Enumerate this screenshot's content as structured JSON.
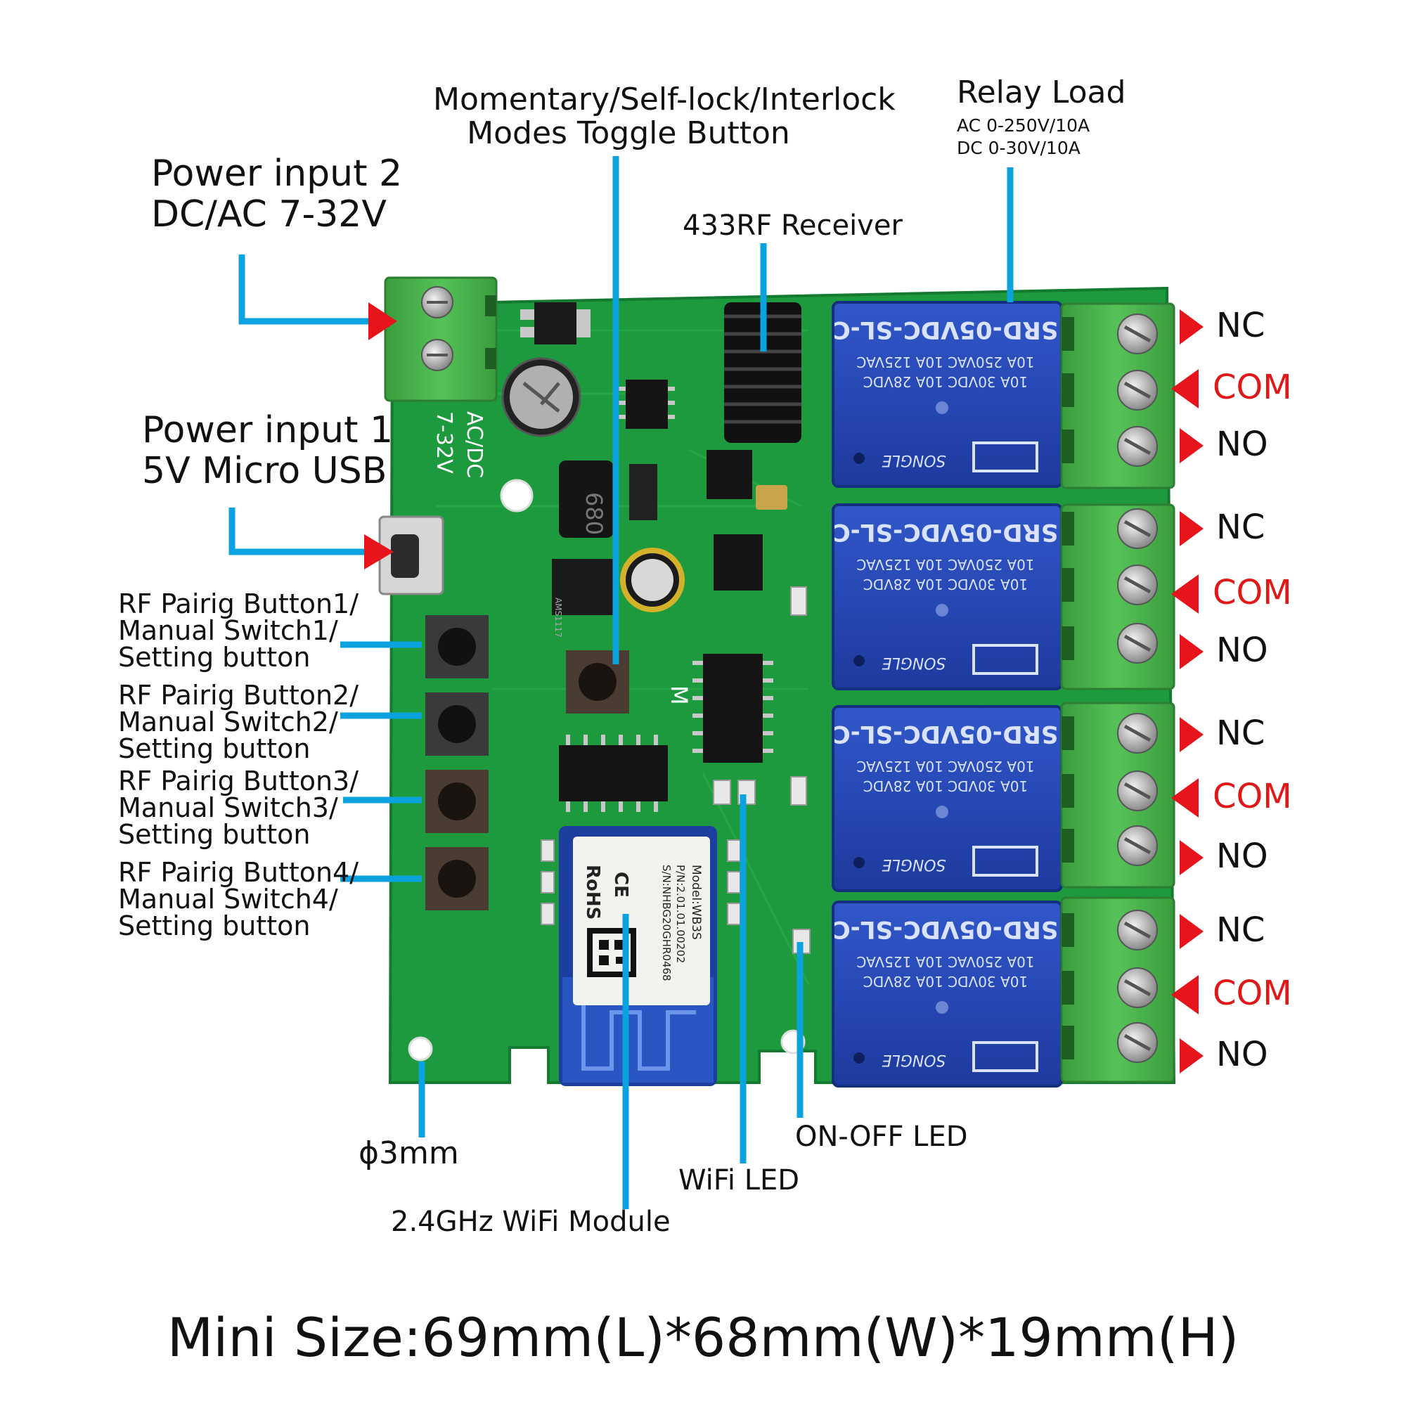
{
  "labels": {
    "toggle_line1": "Momentary/Self-lock/Interlock",
    "toggle_line2": "Modes Toggle Button",
    "relay_title": "Relay Load",
    "relay_ac": "AC 0-250V/10A",
    "relay_dc": "DC 0-30V/10A",
    "power2_line1": "Power input 2",
    "power2_line2": "DC/AC 7-32V",
    "rf_receiver": "433RF Receiver",
    "power1_line1": "Power input 1",
    "power1_line2": "5V Micro USB",
    "hole": "ɸ3mm",
    "wifi_module": "2.4GHz WiFi Module",
    "wifi_led": "WiFi LED",
    "onoff_led": "ON-OFF LED",
    "size": "Mini Size:69mm(L)*68mm(W)*19mm(H)"
  },
  "buttons": [
    {
      "line1": "RF Pairig Button1/",
      "line2": "Manual Switch1/",
      "line3": "Setting button"
    },
    {
      "line1": "RF Pairig Button2/",
      "line2": "Manual Switch2/",
      "line3": "Setting button"
    },
    {
      "line1": "RF Pairig Button3/",
      "line2": "Manual Switch3/",
      "line3": "Setting button"
    },
    {
      "line1": "RF Pairig Button4/",
      "line2": "Manual Switch4/",
      "line3": "Setting button"
    }
  ],
  "terminals": [
    {
      "nc": "NC",
      "com": "COM",
      "no": "NO"
    },
    {
      "nc": "NC",
      "com": "COM",
      "no": "NO"
    },
    {
      "nc": "NC",
      "com": "COM",
      "no": "NO"
    },
    {
      "nc": "NC",
      "com": "COM",
      "no": "NO"
    }
  ],
  "board": {
    "terminal_text_1": "AC/DC",
    "terminal_text_2": "7-32V",
    "relay_model": "SRD-05VDC-SL-C",
    "relay_rating_1": "10A 250VAC  10A 125VAC",
    "relay_rating_2": "10A 30VDC  10A 28VDC",
    "relay_brand": "SONGLE",
    "module_model": "Model:WB3S",
    "module_pn": "P/N:2.01.01.00202",
    "module_sn": "S/N:NHBG20GHR0468",
    "module_rohs": "RoHS",
    "module_ce": "CE",
    "inductor_mark": "680",
    "reg_mark": "AMS1117",
    "silk_m": "M"
  },
  "colors": {
    "pcb": "#1c9a3d",
    "terminal_green": "#49b34c",
    "relay_blue": "#2749b7",
    "leader_blue": "#0aa3e0",
    "arrow_red": "#e8141c"
  }
}
